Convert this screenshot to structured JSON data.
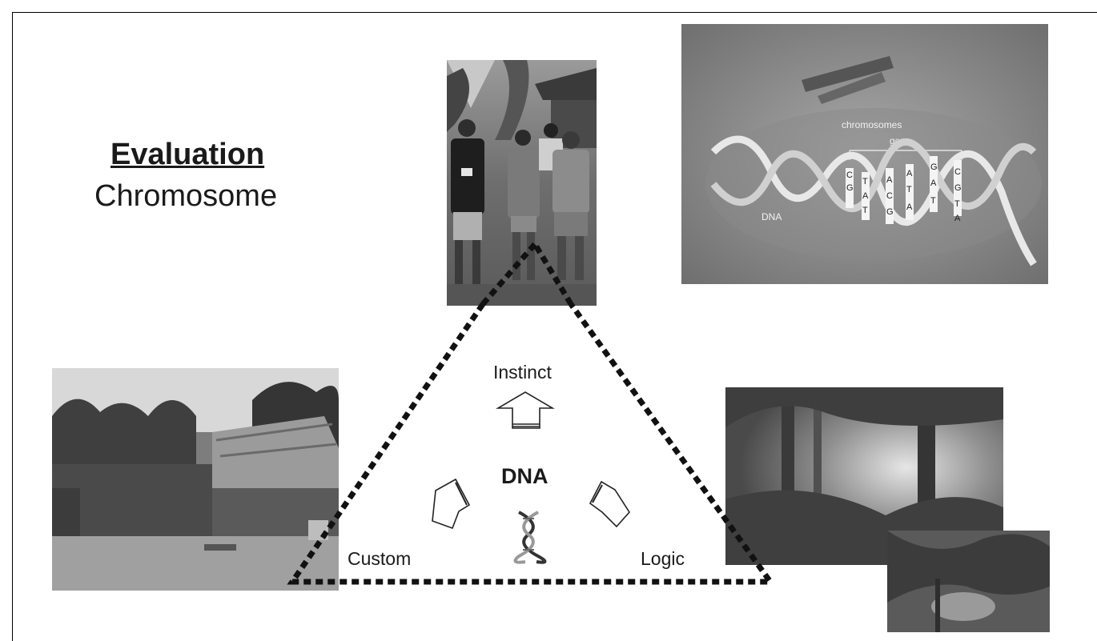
{
  "slide": {
    "title": "Evaluation",
    "subtitle": "Chromosome"
  },
  "diagram": {
    "center_label": "DNA",
    "top_label": "Instinct",
    "left_label": "Custom",
    "right_label": "Logic"
  },
  "dna_illustration": {
    "chromosomes_label": "chromosomes",
    "gene_label": "gene",
    "dna_label": "DNA",
    "bases": [
      "C",
      "G",
      "T",
      "A",
      "T",
      "A",
      "C",
      "G",
      "A",
      "T",
      "A",
      "G",
      "A",
      "T",
      "C",
      "G",
      "T",
      "A"
    ]
  },
  "colors": {
    "frame": "#000000",
    "text": "#1a1a1a",
    "triangle": "#111111"
  }
}
